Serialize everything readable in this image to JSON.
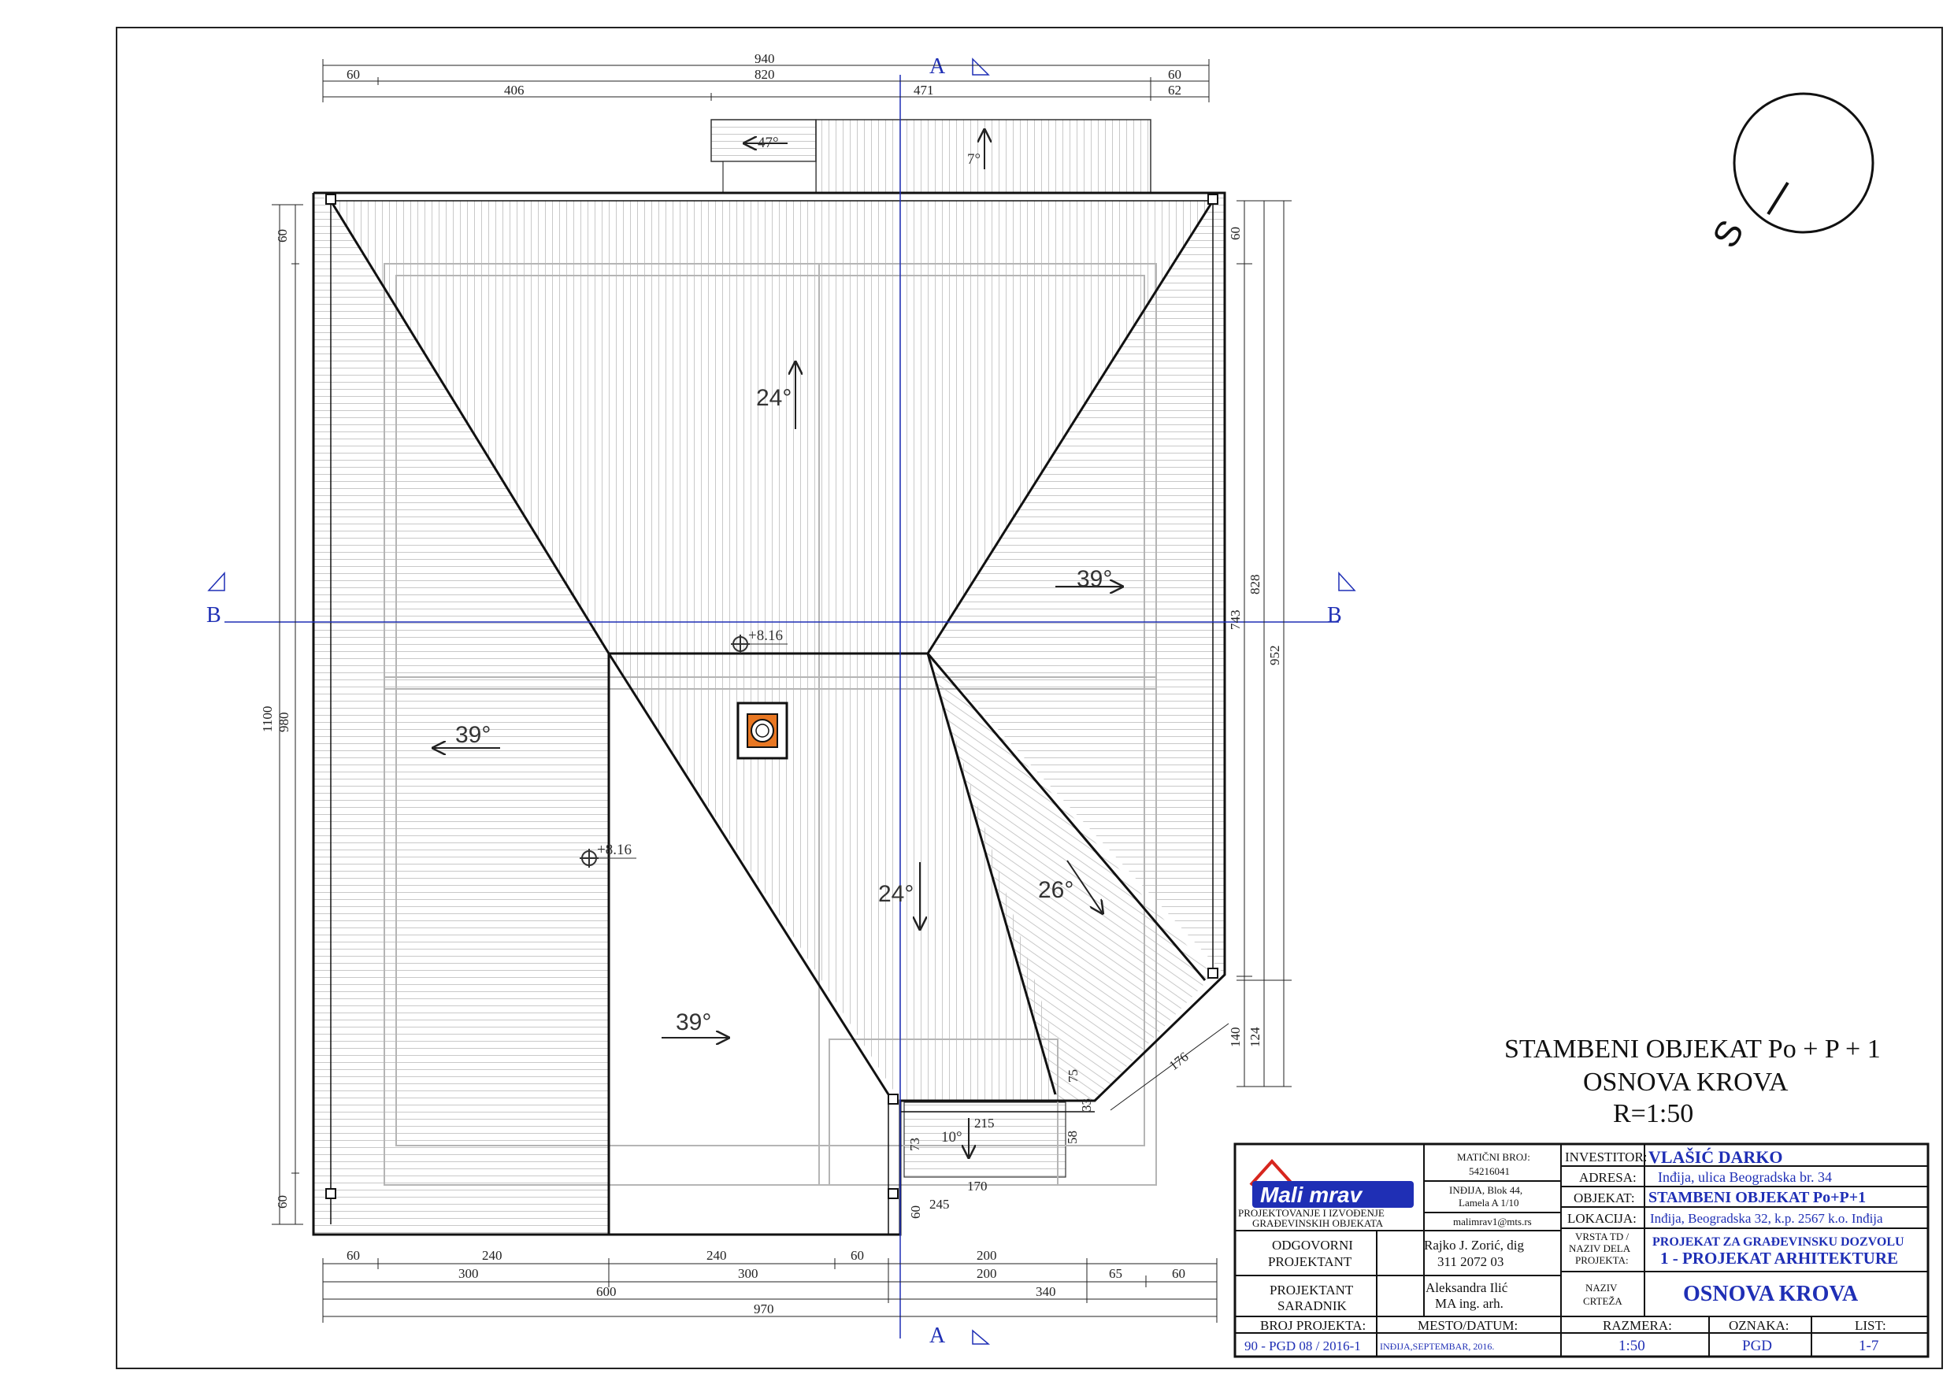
{
  "drawing": {
    "title": "STAMBENI OBJEKAT Po + P + 1",
    "subtitle": "OSNOVA KROVA",
    "scale": "R=1:50",
    "north_label": "S",
    "sections": {
      "a_top": "A",
      "a_bottom": "A",
      "b_left": "B",
      "b_right": "B"
    },
    "elevations": [
      "+8.16",
      "+8.16"
    ],
    "angles": [
      "47°",
      "7°",
      "24°",
      "39°",
      "39°",
      "24°",
      "26°",
      "39°",
      "10°"
    ],
    "dims_top": [
      "940",
      "60",
      "820",
      "60",
      "406",
      "471",
      "62"
    ],
    "dims_bottom": [
      "60",
      "240",
      "240",
      "60",
      "200",
      "300",
      "600",
      "300",
      "200",
      "65",
      "60",
      "340",
      "970"
    ],
    "dims_left": [
      "60",
      "1100",
      "980",
      "60"
    ],
    "dims_right": [
      "60",
      "743",
      "828",
      "952",
      "140",
      "124",
      "176"
    ],
    "dims_inner": [
      "75",
      "33",
      "58",
      "215",
      "73",
      "170",
      "245",
      "60"
    ]
  },
  "title_block": {
    "logo_text": "Mali mrav",
    "company_line1": "PROJEKTOVANJE I IZVOĐENJE",
    "company_line2": "GRAĐEVINSKIH OBJEKATA",
    "maticni_label": "MATIČNI BROJ:",
    "maticni_value": "54216041",
    "address1": "INĐIJA, Blok 44,",
    "address2": "Lamela A 1/10",
    "email": "malimrav1@mts.rs",
    "investitor_label": "INVESTITOR:",
    "investitor_value": "VLAŠIĆ DARKO",
    "adresa_label": "ADRESA:",
    "adresa_value": "Inđija, ulica Beogradska br. 34",
    "objekat_label": "OBJEKAT:",
    "objekat_value": "STAMBENI OBJEKAT Po+P+1",
    "lokacija_label": "LOKACIJA:",
    "lokacija_value": "Inđija, Beogradska 32, k.p. 2567 k.o. Inđija",
    "odgovorni_label1": "ODGOVORNI",
    "odgovorni_label2": "PROJEKTANT",
    "odgovorni_name": "Rajko J. Zorić, dig",
    "odgovorni_lic": "311 2072 03",
    "vrsta_label1": "VRSTA TD /",
    "vrsta_label2": "NAZIV DELA",
    "vrsta_label3": "PROJEKTA:",
    "vrsta_value1": "PROJEKAT ZA GRAĐEVINSKU DOZVOLU",
    "vrsta_value2": "1 - PROJEKAT ARHITEKTURE",
    "saradnik_label1": "PROJEKTANT",
    "saradnik_label2": "SARADNIK",
    "saradnik_name": "Aleksandra Ilić",
    "saradnik_title": "MA ing. arh.",
    "naziv_label1": "NAZIV",
    "naziv_label2": "CRTEŽA",
    "naziv_value": "OSNOVA  KROVA",
    "broj_label": "BROJ PROJEKTA:",
    "broj_value": "90 - PGD 08 / 2016-1",
    "mesto_label": "MESTO/DATUM:",
    "mesto_value": "INĐIJA,SEPTEMBAR, 2016.",
    "razmera_label": "RAZMERA:",
    "razmera_value": "1:50",
    "oznaka_label": "OZNAKA:",
    "oznaka_value": "PGD",
    "list_label": "LIST:",
    "list_value": "1-7"
  },
  "colors": {
    "section_line": "#1f2fb5",
    "title_block_text": "#1f2fb5",
    "logo": "#1f2fb5",
    "logo_accent": "#d7261e"
  }
}
